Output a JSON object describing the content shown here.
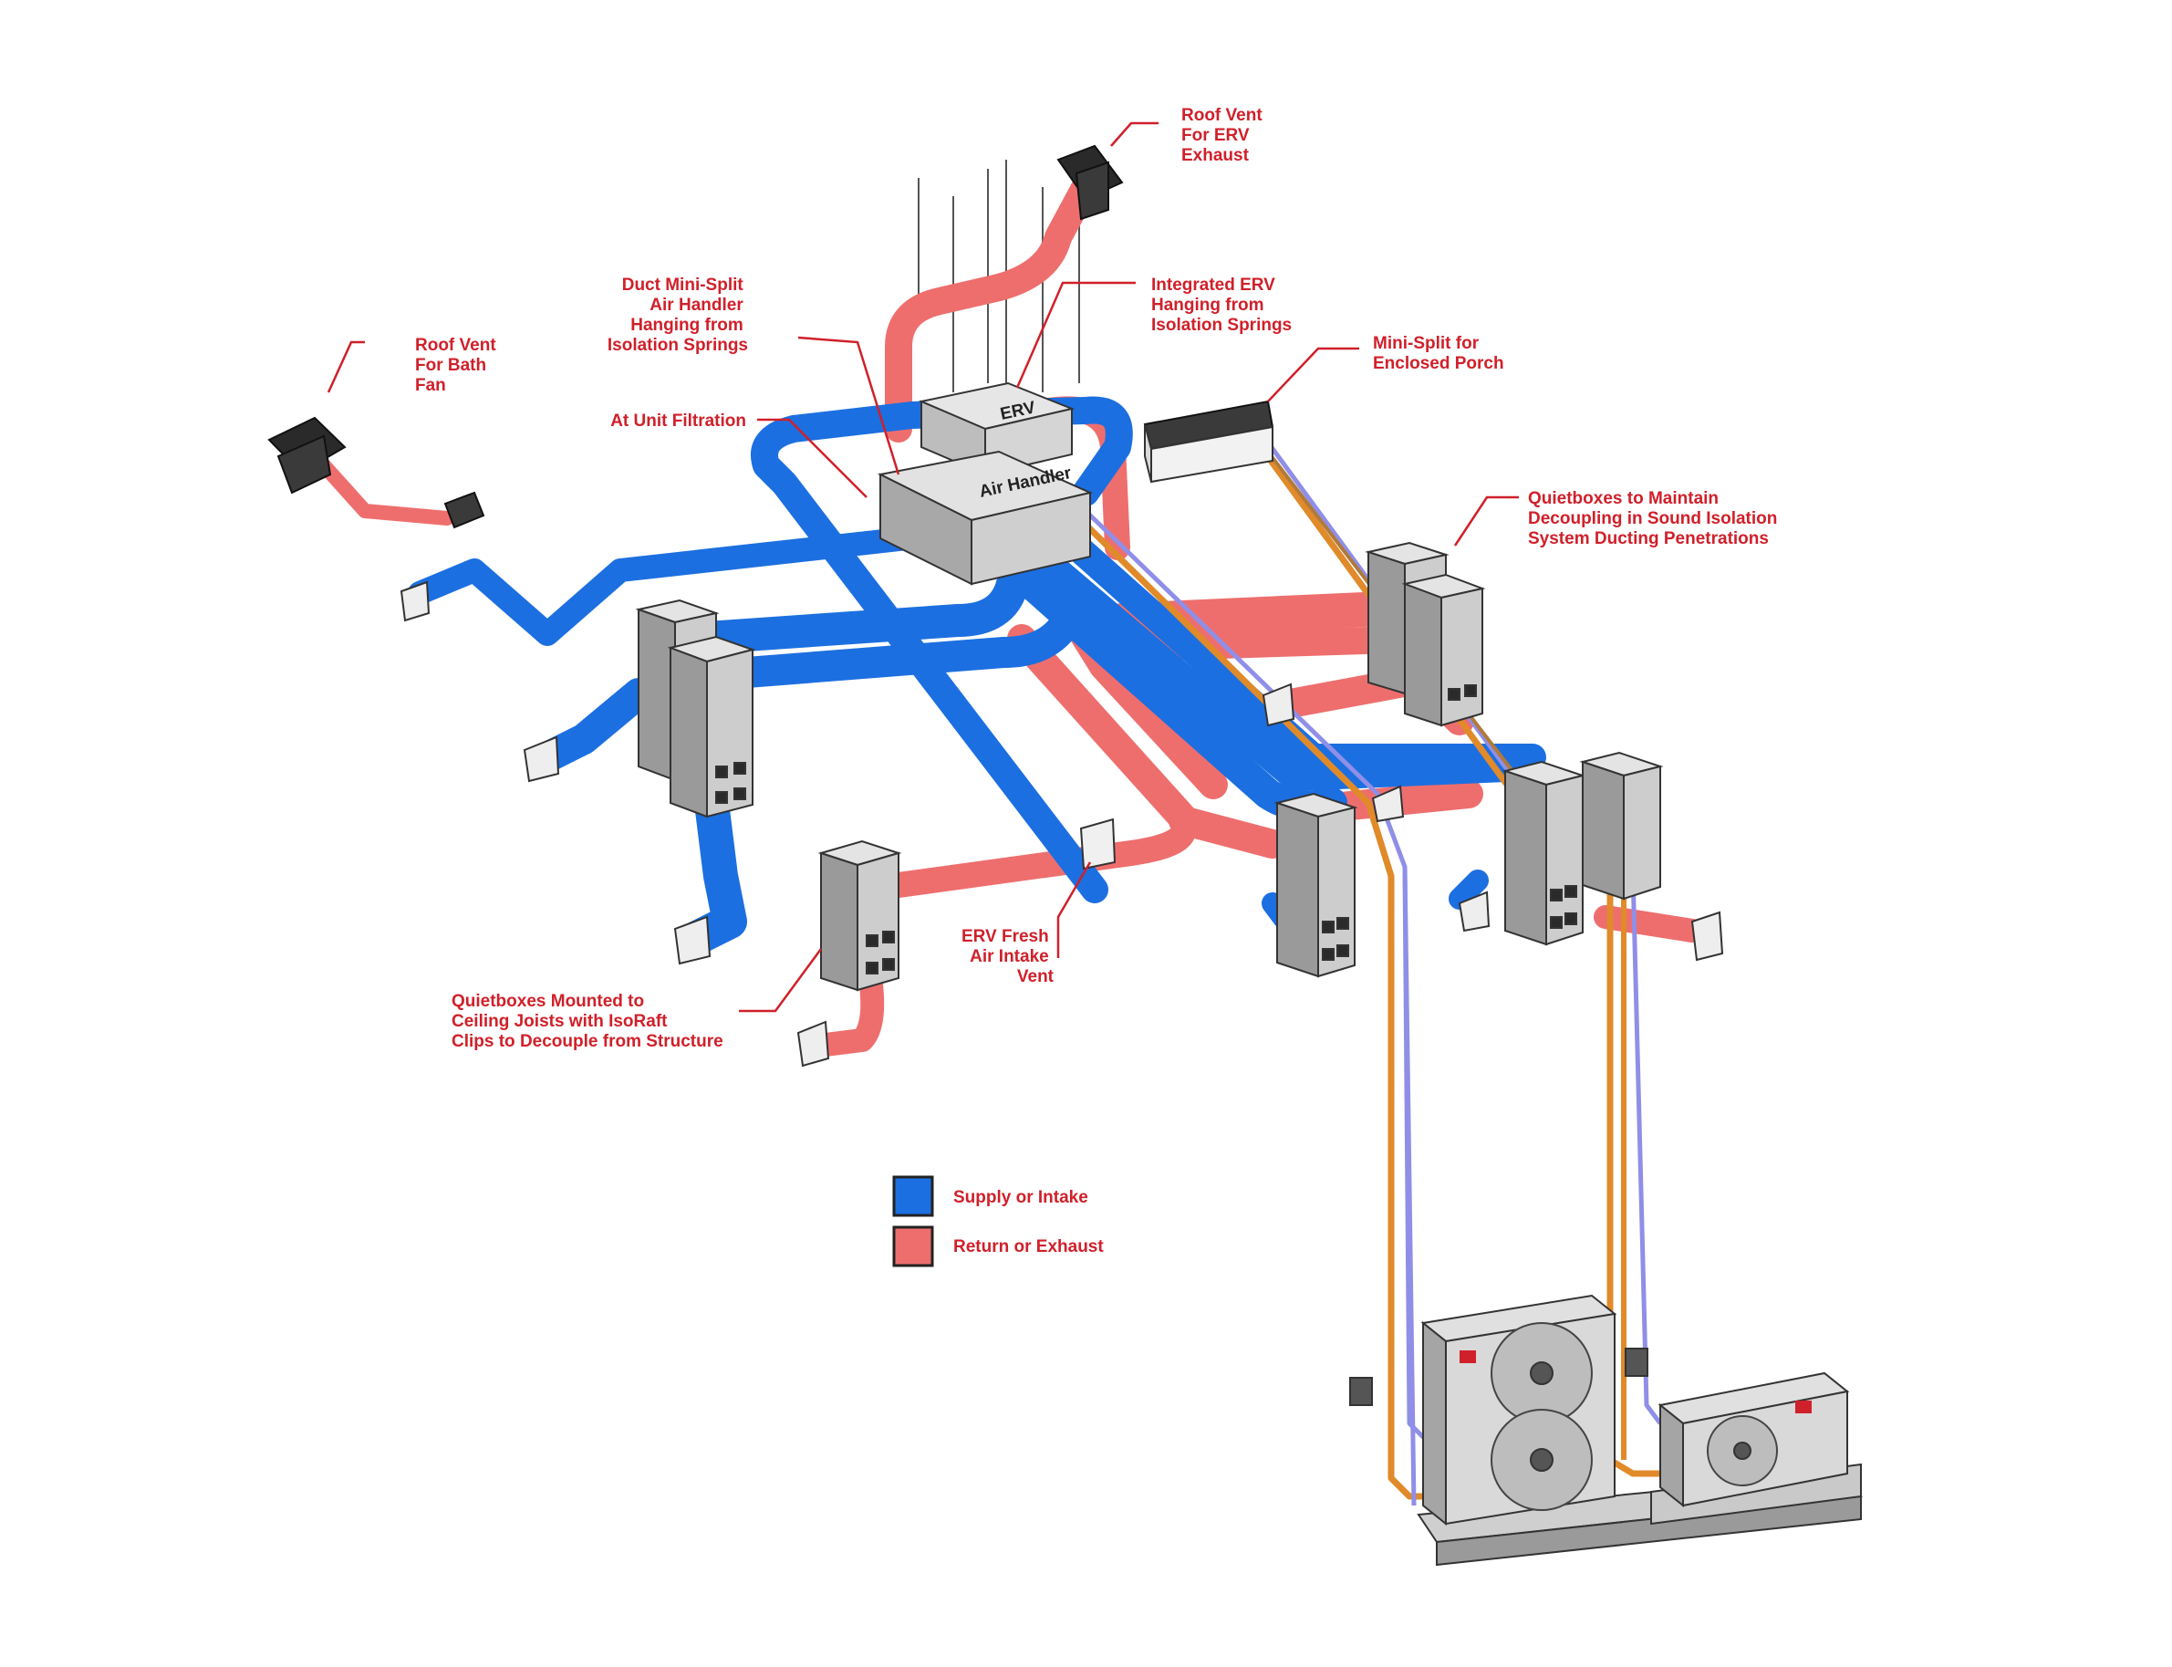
{
  "colors": {
    "supply": "#1c6fe0",
    "return": "#ee6e6e",
    "label": "#d0202a",
    "box_face": "#c9c9c9",
    "box_side": "#8e8e8e",
    "box_dark": "#2a2a2a",
    "refrigerant": "#e08a2a",
    "refrigerant_alt": "#8f8fe8"
  },
  "units": {
    "erv_label": "ERV",
    "air_handler_label": "Air Handler"
  },
  "annotations": {
    "roof_vent_erv": [
      "Roof Vent",
      "For ERV",
      "Exhaust"
    ],
    "duct_mini_split": [
      "Duct Mini-Split",
      "Air Handler",
      "Hanging from",
      "Isolation Springs"
    ],
    "integrated_erv": [
      "Integrated ERV",
      "Hanging from",
      "Isolation Springs"
    ],
    "roof_vent_bath": [
      "Roof Vent",
      "For Bath",
      "Fan"
    ],
    "mini_split_porch": [
      "Mini-Split for",
      "Enclosed Porch"
    ],
    "at_unit_filtration": [
      "At Unit Filtration"
    ],
    "quietboxes_maintain": [
      "Quietboxes to Maintain",
      "Decoupling in Sound Isolation",
      "System Ducting Penetrations"
    ],
    "erv_fresh_air": [
      "ERV Fresh",
      "Air Intake",
      "Vent"
    ],
    "quietboxes_mounted": [
      "Quietboxes Mounted to",
      "Ceiling Joists with IsoRaft",
      "Clips to Decouple from Structure"
    ]
  },
  "legend": {
    "supply_label": "Supply or Intake",
    "return_label": "Return or Exhaust"
  }
}
